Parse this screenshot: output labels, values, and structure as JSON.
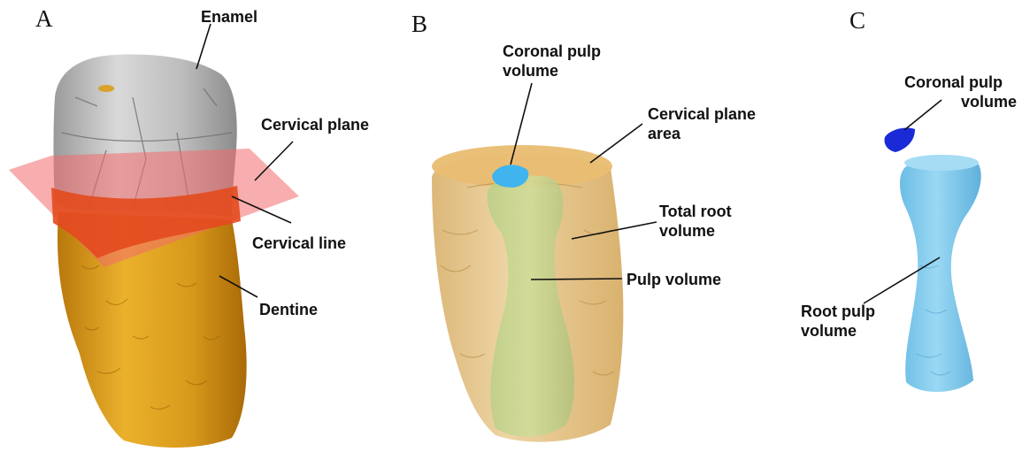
{
  "panels": [
    {
      "letter": "A",
      "labels": {
        "enamel": "Enamel",
        "cervical_plane": "Cervical plane",
        "cervical_line": "Cervical line",
        "dentine": "Dentine"
      }
    },
    {
      "letter": "B",
      "labels": {
        "coronal_pulp_1": "Coronal pulp",
        "coronal_pulp_2": "volume",
        "cervical_area_1": "Cervical plane",
        "cervical_area_2": "area",
        "total_root_1": "Total root",
        "total_root_2": "volume",
        "pulp_volume": "Pulp volume"
      }
    },
    {
      "letter": "C",
      "labels": {
        "coronal_pulp_1": "Coronal pulp",
        "coronal_pulp_2": "volume",
        "root_pulp_1": "Root pulp",
        "root_pulp_2": "volume"
      }
    }
  ],
  "colors": {
    "enamel": "#c9c9c9",
    "dentine": "#e3a422",
    "cervical_plane": "#f26b6b",
    "cervical_band": "#e34a1d",
    "root_translucent": "#e7c585",
    "pulp_light": "#86cdef",
    "coronal_pulp_dark": "#1a2ad6"
  }
}
